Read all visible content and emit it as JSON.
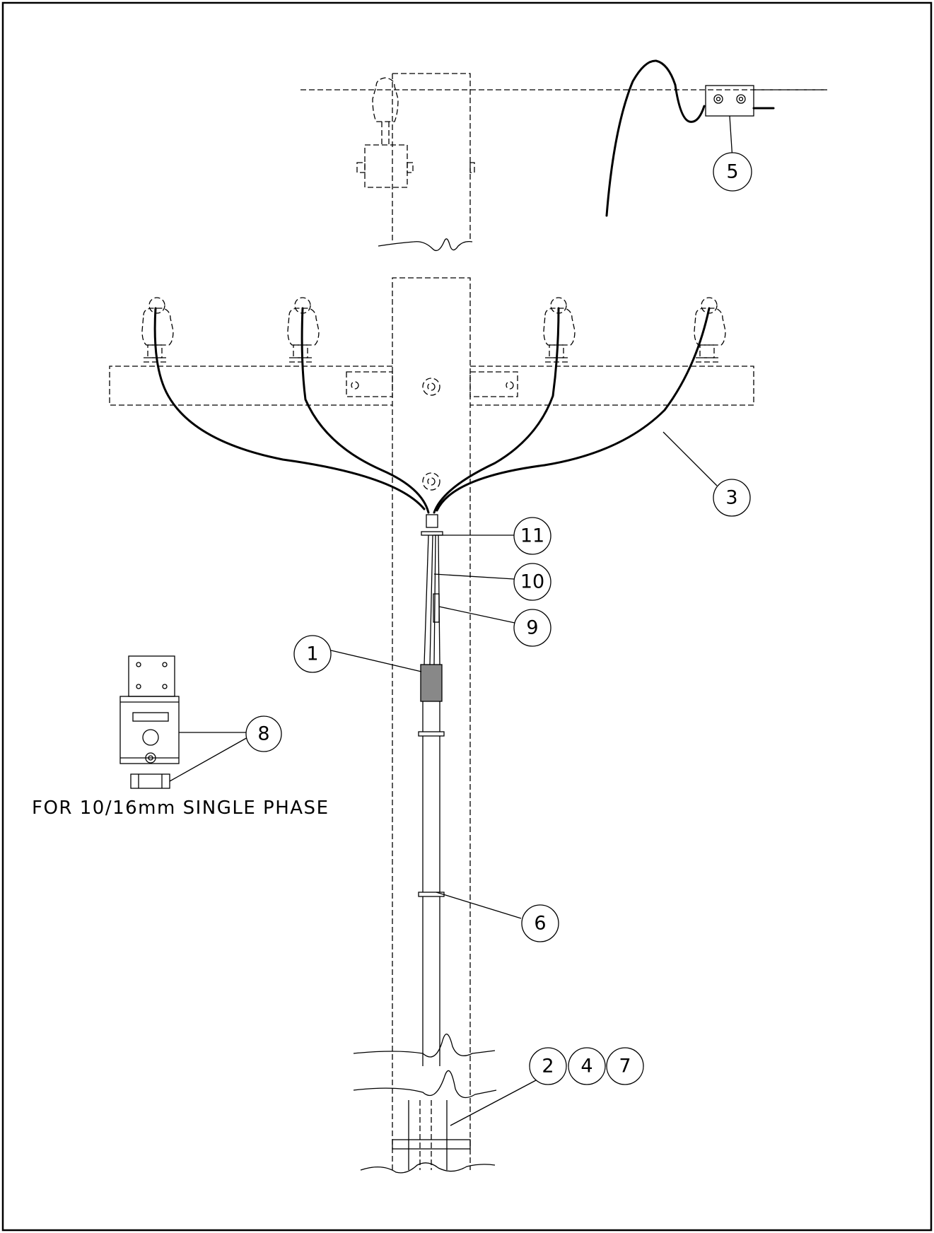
{
  "callouts": [
    "1",
    "2",
    "3",
    "4",
    "5",
    "6",
    "7",
    "8",
    "9",
    "10",
    "11"
  ],
  "note": "FOR 10/16mm SINGLE PHASE"
}
